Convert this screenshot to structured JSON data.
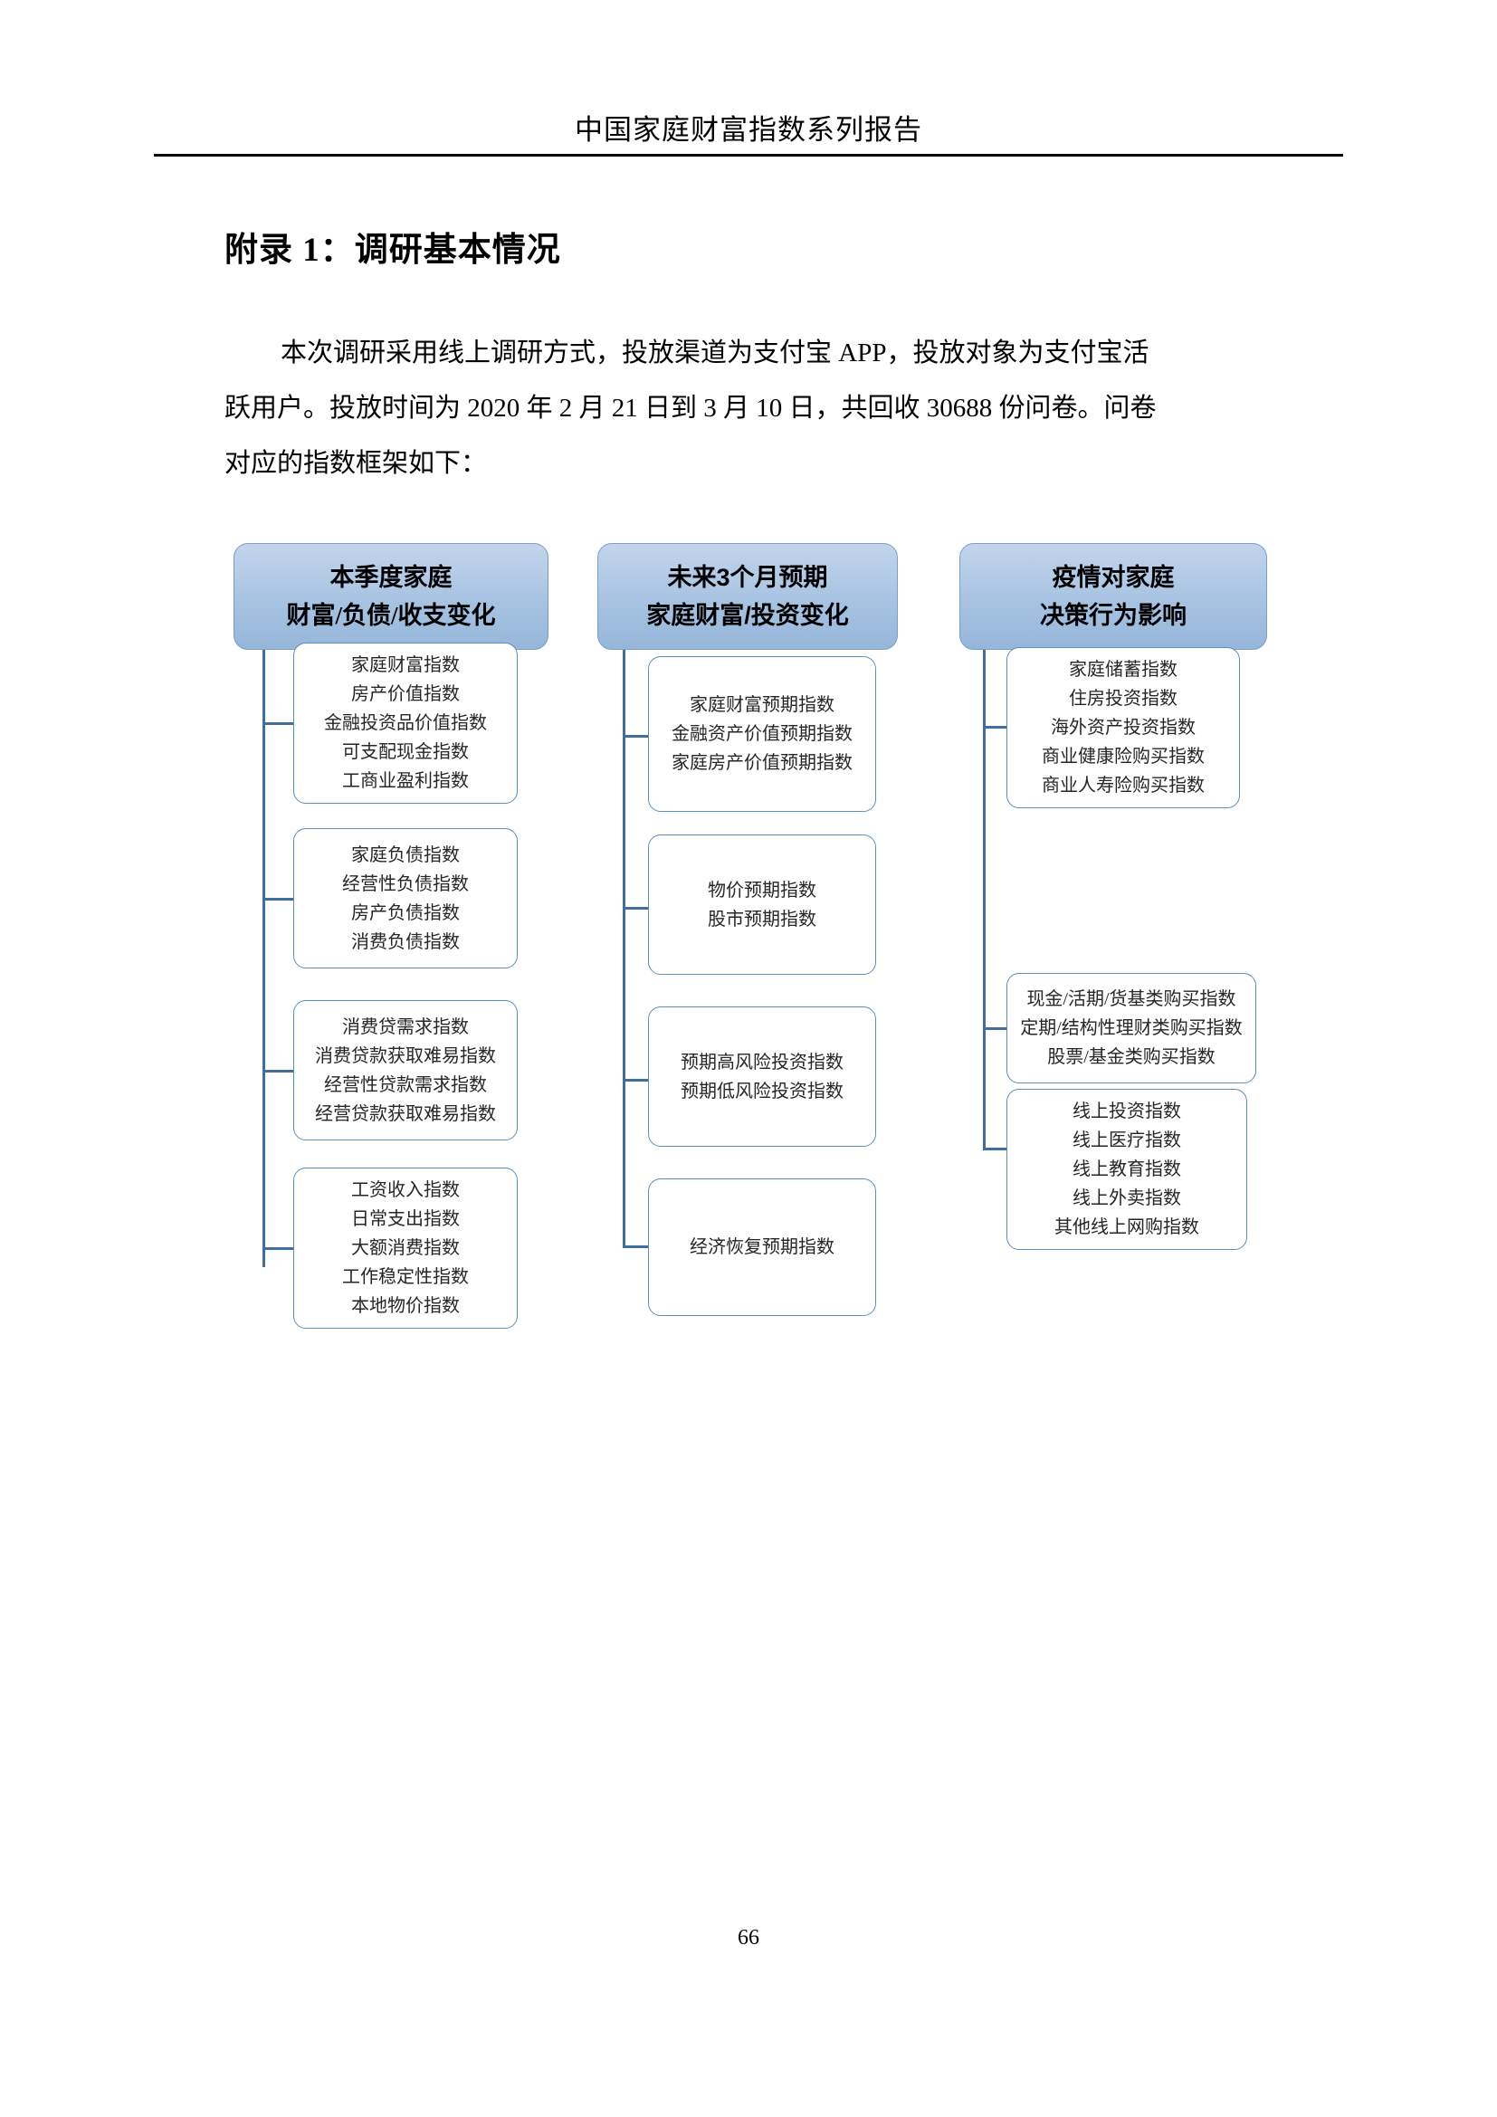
{
  "header": {
    "running_title": "中国家庭财富指数系列报告"
  },
  "section": {
    "title": "附录 1：调研基本情况"
  },
  "paragraph": {
    "line1": "本次调研采用线上调研方式，投放渠道为支付宝 APP，投放对象为支付宝活",
    "line2": "跃用户。投放时间为 2020 年 2 月 21 日到 3 月 10 日，共回收 30688 份问卷。问卷",
    "line3": "对应的指数框架如下："
  },
  "diagram": {
    "columns": [
      {
        "head_line1": "本季度家庭",
        "head_line2": "财富/负债/收支变化",
        "groups": [
          {
            "items": [
              "家庭财富指数",
              "房产价值指数",
              "金融投资品价值指数",
              "可支配现金指数",
              "工商业盈利指数"
            ]
          },
          {
            "items": [
              "家庭负债指数",
              "经营性负债指数",
              "房产负债指数",
              "消费负债指数"
            ]
          },
          {
            "items": [
              "消费贷需求指数",
              "消费贷款获取难易指数",
              "经营性贷款需求指数",
              "经营贷款获取难易指数"
            ]
          },
          {
            "items": [
              "工资收入指数",
              "日常支出指数",
              "大额消费指数",
              "工作稳定性指数",
              "本地物价指数"
            ]
          }
        ]
      },
      {
        "head_line1": "未来3个月预期",
        "head_line2": "家庭财富/投资变化",
        "groups": [
          {
            "items": [
              "家庭财富预期指数",
              "金融资产价值预期指数",
              "家庭房产价值预期指数"
            ]
          },
          {
            "items": [
              "物价预期指数",
              "股市预期指数"
            ]
          },
          {
            "items": [
              "预期高风险投资指数",
              "预期低风险投资指数"
            ]
          },
          {
            "items": [
              "经济恢复预期指数"
            ]
          }
        ]
      },
      {
        "head_line1": "疫情对家庭",
        "head_line2": "决策行为影响",
        "groups": [
          {
            "items": [
              "家庭储蓄指数",
              "住房投资指数",
              "海外资产投资指数",
              "商业健康险购买指数",
              "商业人寿险购买指数"
            ]
          },
          {
            "items": [
              "现金/活期/货基类购买指数",
              "定期/结构性理财类购买指数",
              "股票/基金类购买指数"
            ]
          },
          {
            "items": [
              "线上投资指数",
              "线上医疗指数",
              "线上教育指数",
              "线上外卖指数",
              "其他线上网购指数"
            ]
          }
        ]
      }
    ]
  },
  "footer": {
    "page_number": "66"
  }
}
